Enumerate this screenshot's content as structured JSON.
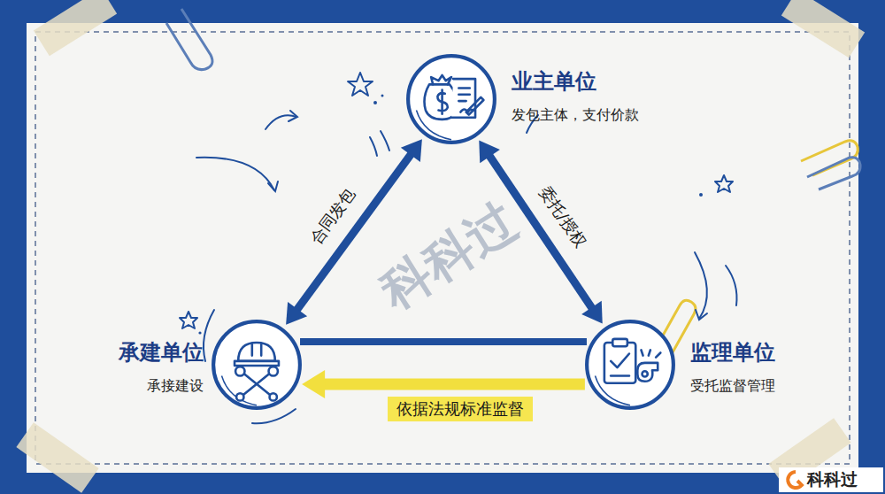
{
  "diagram": {
    "nodes": [
      {
        "text": [
          "业主单位",
          "发包主体，支付价款"
        ]
      },
      {
        "text": [
          "承建单位",
          "承接建设"
        ]
      },
      {
        "text": [
          "监理单位",
          "受托监督管理"
        ]
      }
    ],
    "edges": [
      {
        "from": 0,
        "to": 1,
        "label": "合同发包",
        "arrow": "both"
      },
      {
        "from": 0,
        "to": 2,
        "label": "委托/授权",
        "arrow": "both"
      },
      {
        "from": 1,
        "to": 2,
        "arrow": "none"
      },
      {
        "from": 2,
        "to": 1,
        "label": "依据法规标准监督",
        "arrow": "to"
      }
    ],
    "labels": [
      "科科过",
      "科科过"
    ]
  }
}
